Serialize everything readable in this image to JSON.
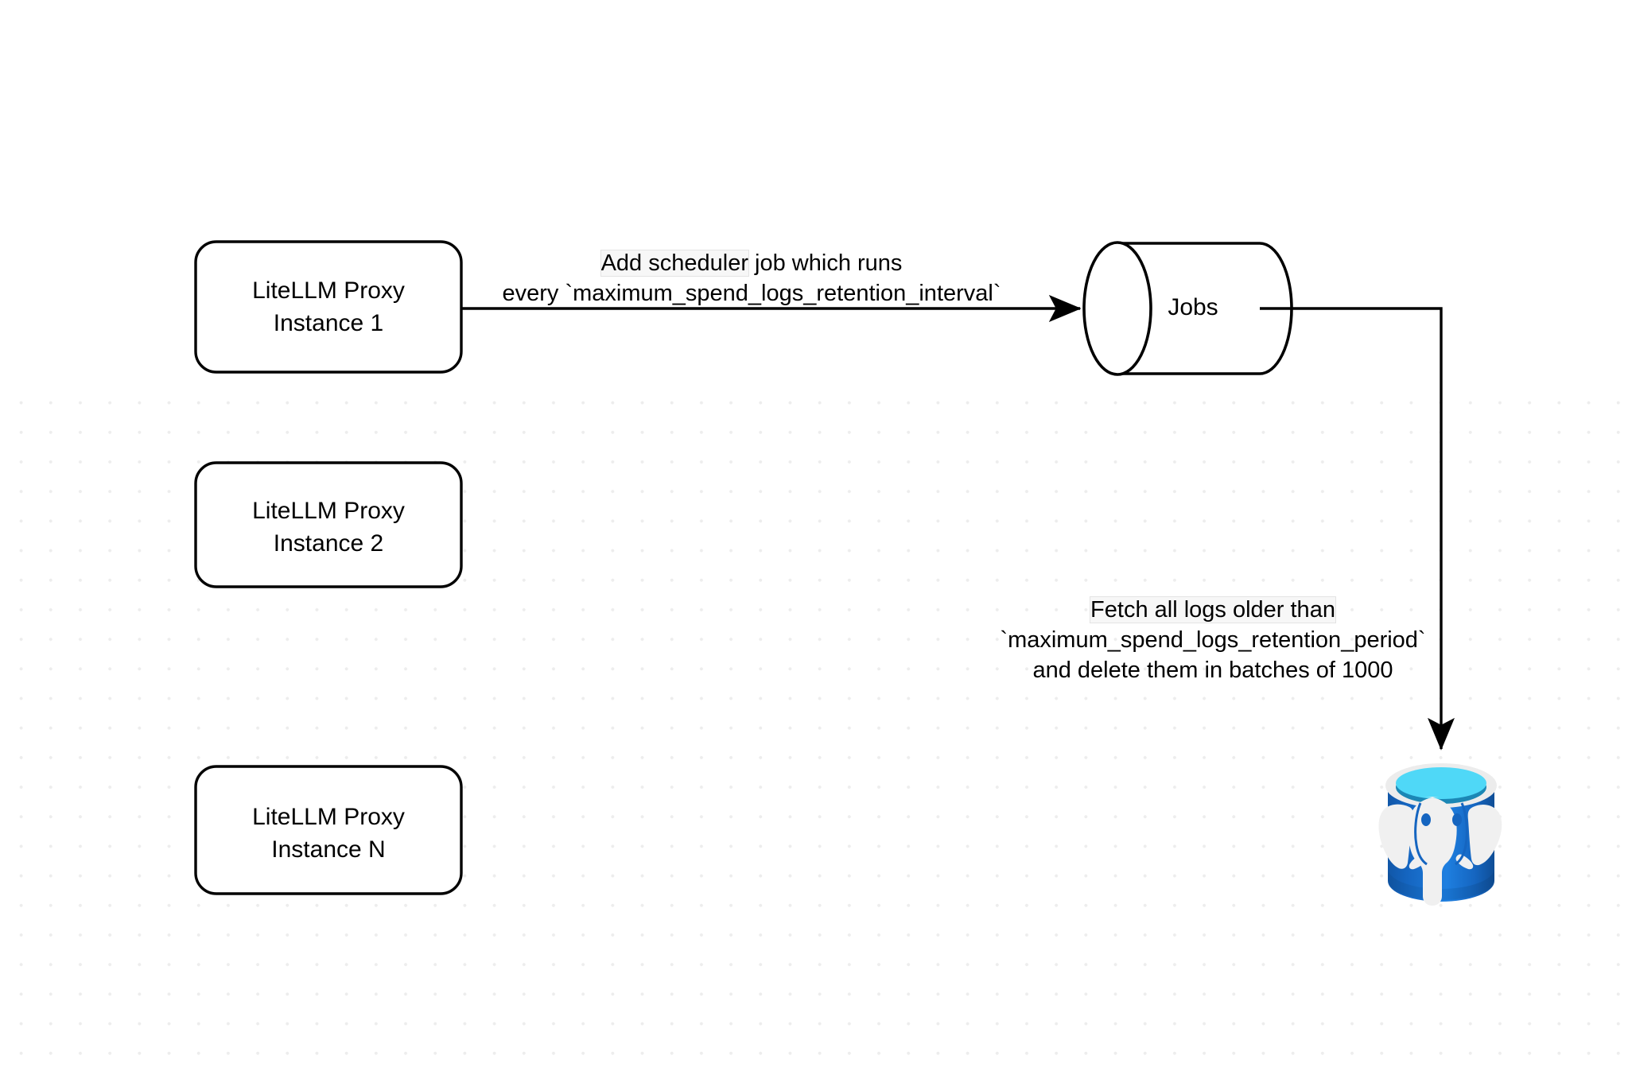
{
  "diagram": {
    "type": "flowchart",
    "background_color": "#ffffff",
    "grid_dot_color": "#ededed",
    "stroke_color": "#000000",
    "nodes": [
      {
        "id": "proxy-instance-1",
        "shape": "rounded-rectangle",
        "label": "LiteLLM Proxy\nInstance 1"
      },
      {
        "id": "proxy-instance-2",
        "shape": "rounded-rectangle",
        "label": "LiteLLM Proxy\nInstance 2"
      },
      {
        "id": "proxy-instance-n",
        "shape": "rounded-rectangle",
        "label": "LiteLLM Proxy\nInstance N"
      },
      {
        "id": "jobs-queue",
        "shape": "horizontal-cylinder",
        "label": "Jobs"
      },
      {
        "id": "postgres-database",
        "shape": "database-cylinder-icon",
        "label": "",
        "icon": "postgresql-elephant-icon",
        "colors": {
          "body": "#1565c0",
          "body_light": "#1e88e5",
          "top_rim": "#ececec",
          "top_fill": "#4fd8f7",
          "top_shadow": "#1b87b5",
          "elephant": "#f0f0f0"
        }
      }
    ],
    "edges": [
      {
        "id": "edge-proxy1-to-jobs",
        "from": "proxy-instance-1",
        "to": "jobs-queue",
        "label_highlighted": "Add scheduler",
        "label_rest": " job which runs",
        "label_line2": "every `maximum_spend_logs_retention_interval`"
      },
      {
        "id": "edge-jobs-to-postgres",
        "from": "jobs-queue",
        "to": "postgres-database",
        "label_highlighted": "Fetch all logs older than",
        "label_line2": "`maximum_spend_logs_retention_period`",
        "label_line3": "and delete them in batches of 1000"
      }
    ]
  }
}
